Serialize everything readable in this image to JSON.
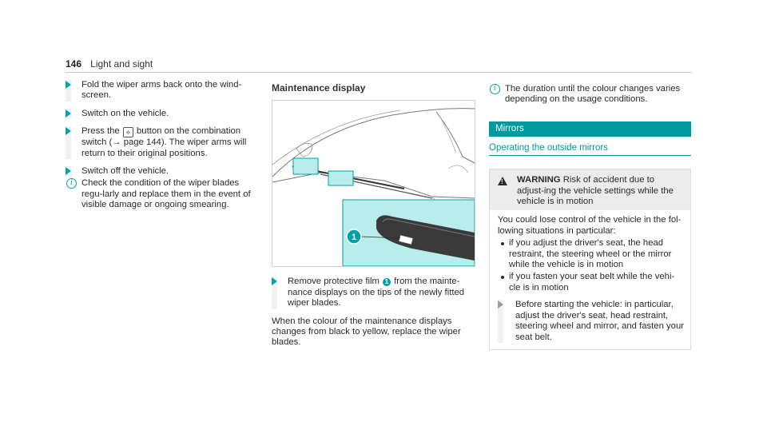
{
  "header": {
    "page_number": "146",
    "section": "Light and sight"
  },
  "col1": {
    "step1": "Fold the wiper arms back onto the wind-screen.",
    "step2": "Switch on the vehicle.",
    "step3_pre": "Press the",
    "step3_icon": "wiper-button-icon",
    "step3_post": "button on the combination switch (→ page 144). The wiper arms will return to their original positions.",
    "step4": "Switch off the vehicle.",
    "note": "Check the condition of the wiper blades regu-larly and replace them in the event of visible damage or ongoing smearing."
  },
  "col2": {
    "heading": "Maintenance display",
    "callout": "1",
    "step_pre": "Remove protective film",
    "step_post": "from the mainte-nance displays on the tips of the newly fitted wiper blades.",
    "para": "When the colour of the maintenance displays changes from black to yellow, replace the wiper blades."
  },
  "col3": {
    "note": "The duration until the colour changes varies depending on the usage conditions.",
    "section_title": "Mirrors",
    "subsection_title": "Operating the outside mirrors",
    "warning": {
      "label": "WARNING",
      "title_text": "Risk of accident due to adjust-ing the vehicle settings while the vehicle is in motion",
      "body": "You could lose control of the vehicle in the fol-lowing situations in particular:",
      "bullets": [
        "if you adjust the driver's seat, the head restraint, the steering wheel or the mirror while the vehicle is in motion",
        "if you fasten your seat belt while the vehi-cle is in motion"
      ],
      "step": "Before starting the vehicle: in particular, adjust the driver's seat, head restraint, steering wheel and mirror, and fasten your seat belt."
    }
  },
  "colors": {
    "accent": "#00a2a7",
    "highlight": "#b9ecec"
  }
}
